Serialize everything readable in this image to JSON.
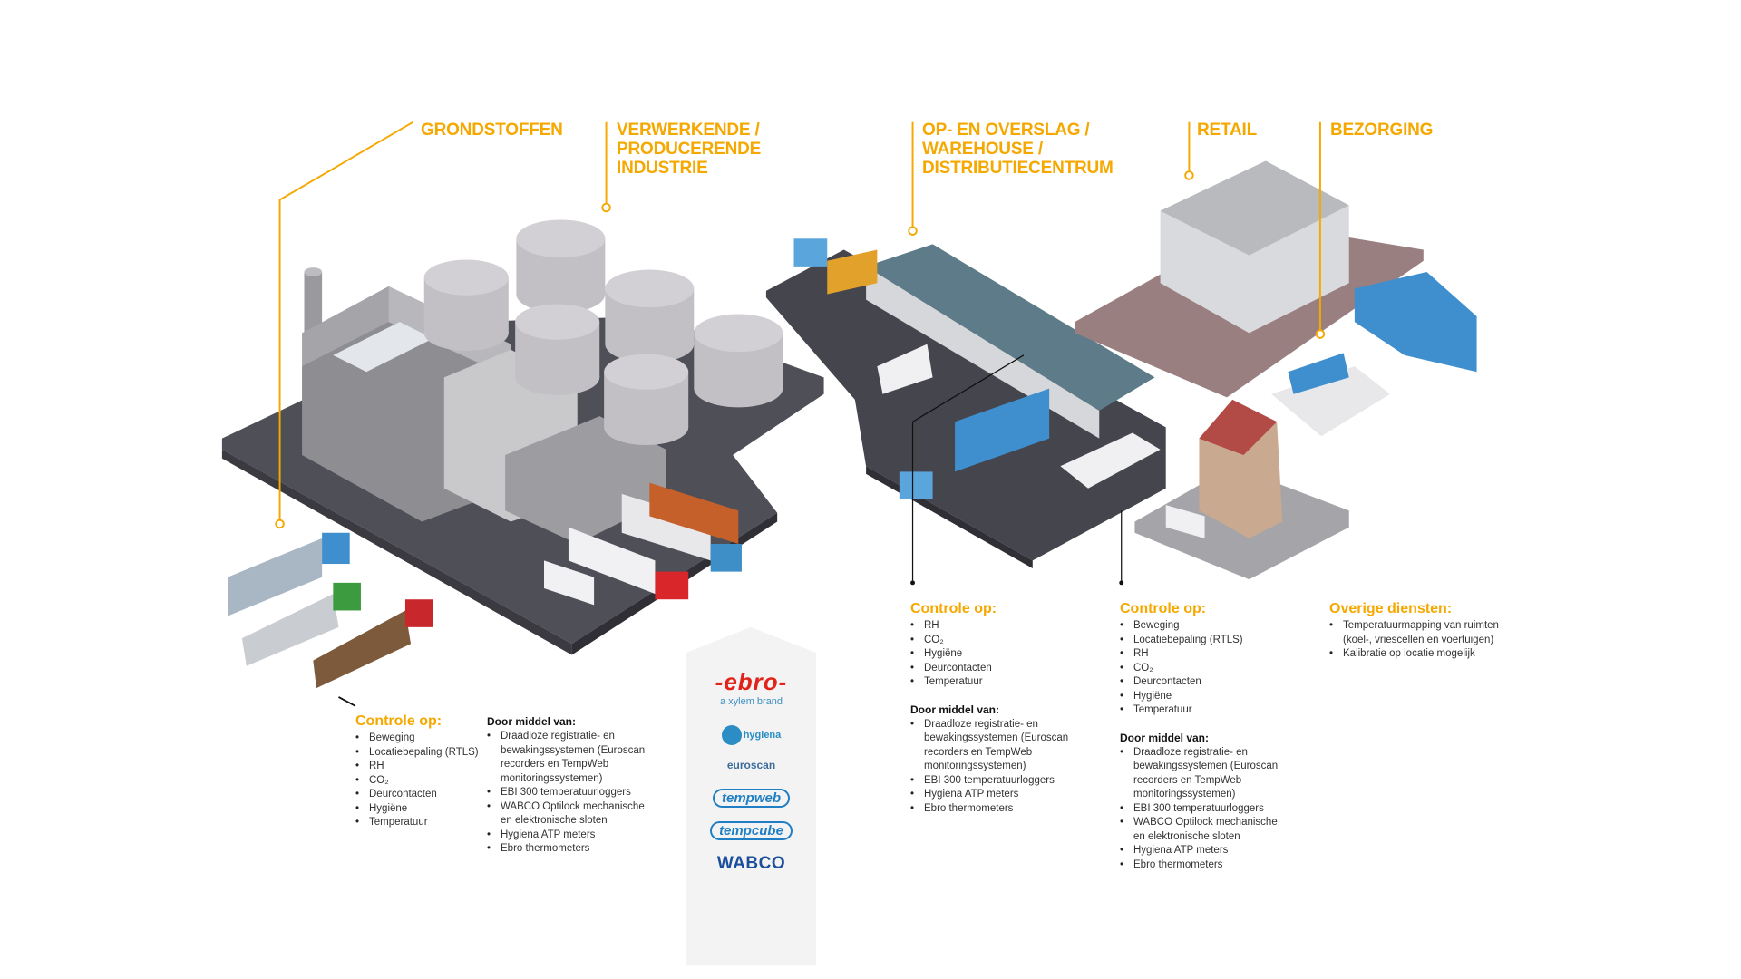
{
  "colors": {
    "accent": "#f5a800",
    "ground": "#55555e",
    "warehouse_roof": "#5d7b88",
    "retail_plate": "#9a7f80",
    "logo_panel": "#f3f3f3"
  },
  "stages": [
    {
      "title": "GRONDSTOFFEN"
    },
    {
      "title": "VERWERKENDE / PRODUCERENDE INDUSTRIE"
    },
    {
      "title": "OP- EN OVERSLAG / WAREHOUSE / DISTRIBUTIECENTRUM"
    },
    {
      "title": "RETAIL"
    },
    {
      "title": "BEZORGING"
    }
  ],
  "blocks": {
    "grondstoffen": {
      "control_title": "Controle op:",
      "control_items": [
        "Beweging",
        "Locatiebepaling (RTLS)",
        "RH",
        "CO₂",
        "Deurcontacten",
        "Hygiëne",
        "Temperatuur"
      ],
      "means_title": "Door middel van:",
      "means_items": [
        "Draadloze registratie- en bewakingssystemen (Euroscan recorders en TempWeb monitoringssystemen)",
        "EBI 300 temperatuurloggers",
        "WABCO Optilock mechanische en elektronische sloten",
        "Hygiena ATP meters",
        "Ebro thermometers"
      ]
    },
    "warehouse": {
      "control_title": "Controle op:",
      "control_items": [
        "RH",
        "CO₂",
        "Hygiëne",
        "Deurcontacten",
        "Temperatuur"
      ],
      "means_title": "Door middel van:",
      "means_items": [
        "Draadloze registratie- en bewakingssystemen (Euroscan recorders en TempWeb monitoringssystemen)",
        "EBI 300 temperatuurloggers",
        "Hygiena ATP meters",
        "Ebro thermometers"
      ]
    },
    "retail": {
      "control_title": "Controle op:",
      "control_items": [
        "Beweging",
        "Locatiebepaling (RTLS)",
        "RH",
        "CO₂",
        "Deurcontacten",
        "Hygiëne",
        "Temperatuur"
      ],
      "means_title": "Door middel van:",
      "means_items": [
        "Draadloze registratie- en bewakingssystemen (Euroscan recorders en TempWeb monitoringssystemen)",
        "EBI 300 temperatuurloggers",
        "WABCO Optilock mechanische en elektronische sloten",
        "Hygiena ATP meters",
        "Ebro thermometers"
      ]
    },
    "overige": {
      "title": "Overige diensten:",
      "items": [
        "Temperatuurmapping van ruimten (koel-, vriescellen en voertuigen)",
        "Kalibratie op locatie mogelijk"
      ]
    }
  },
  "logos": {
    "ebro": "-ebro-",
    "xylem": "a xylem brand",
    "hygiena": "hygiena",
    "euroscan": "euroscan",
    "tempweb": "tempweb",
    "tempcube": "tempcube",
    "wabco": "WABCO"
  }
}
